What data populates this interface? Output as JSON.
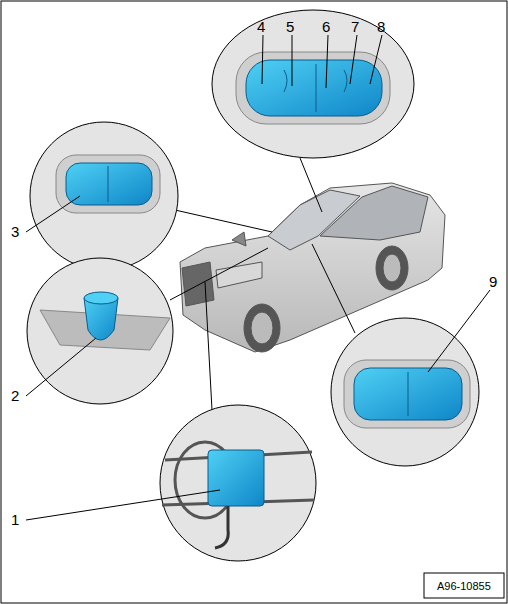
{
  "diagram": {
    "labels": [
      "4",
      "5",
      "6",
      "7",
      "8",
      "3",
      "2",
      "9",
      "1",
      "A96-10855"
    ]
  }
}
